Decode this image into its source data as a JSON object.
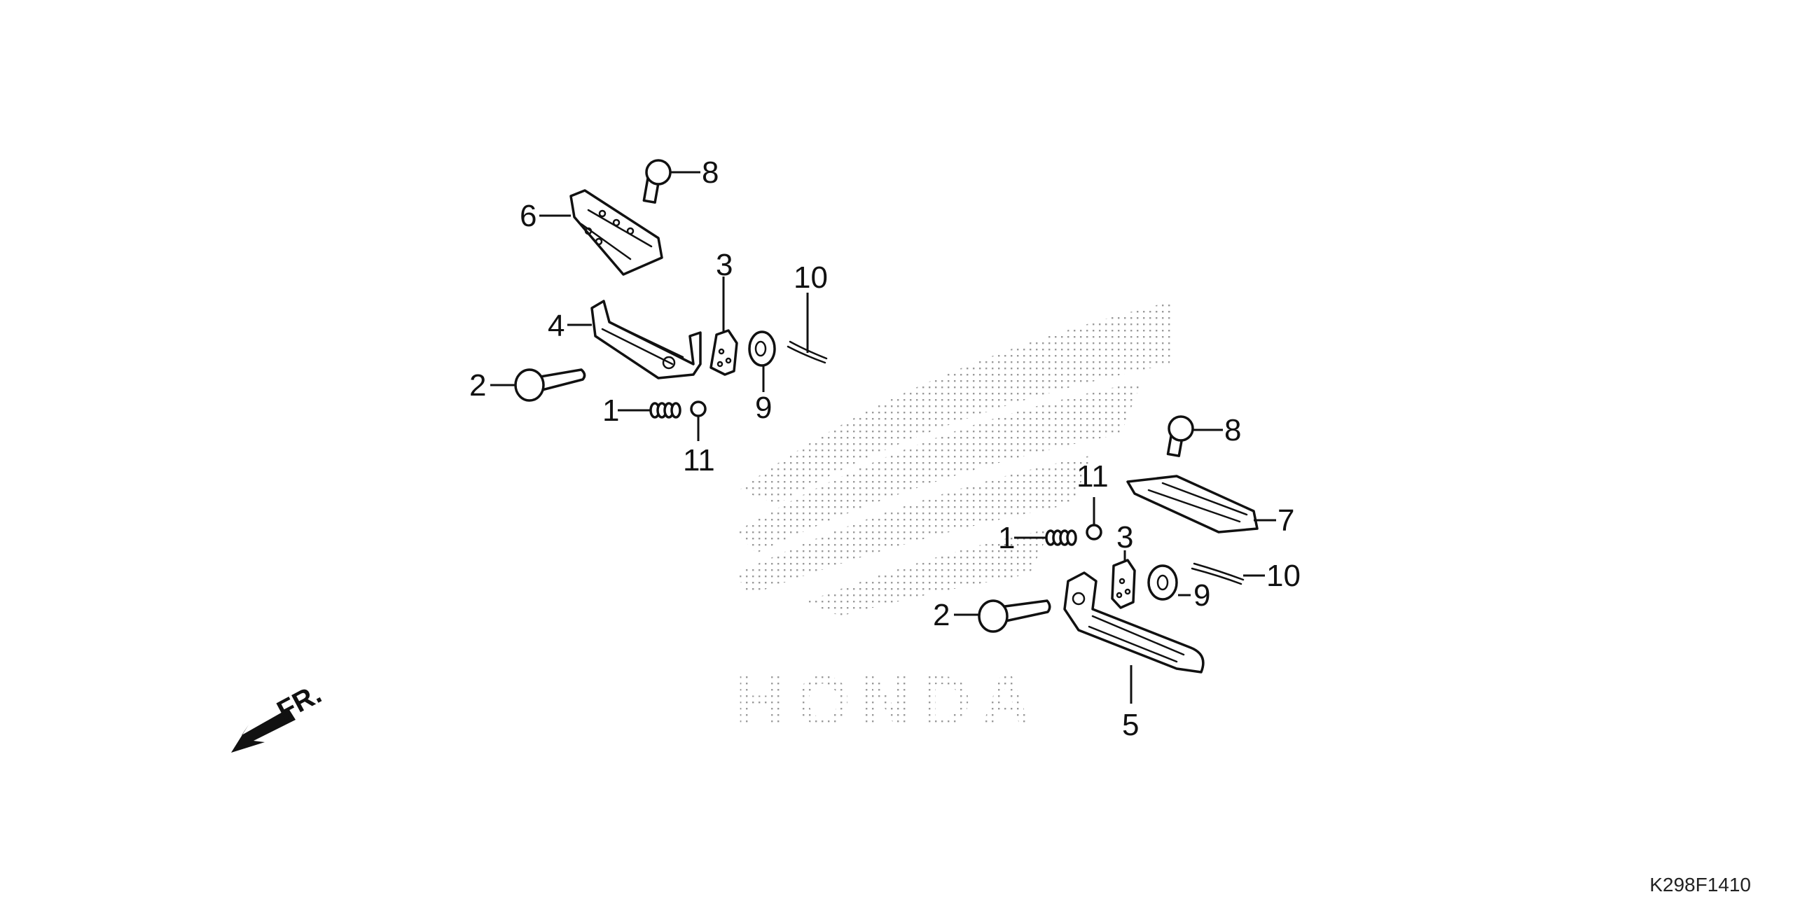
{
  "diagram": {
    "code": "K298F1410",
    "direction_label": "FR.",
    "watermark": "HONDA",
    "upper_group": {
      "labels": {
        "p8": "8",
        "p6": "6",
        "p3": "3",
        "p10": "10",
        "p4": "4",
        "p2": "2",
        "p9": "9",
        "p1": "1",
        "p11": "11"
      }
    },
    "lower_group": {
      "labels": {
        "p8": "8",
        "p11": "11",
        "p7": "7",
        "p1": "1",
        "p3": "3",
        "p10": "10",
        "p9": "9",
        "p2": "2",
        "p5": "5"
      }
    }
  }
}
